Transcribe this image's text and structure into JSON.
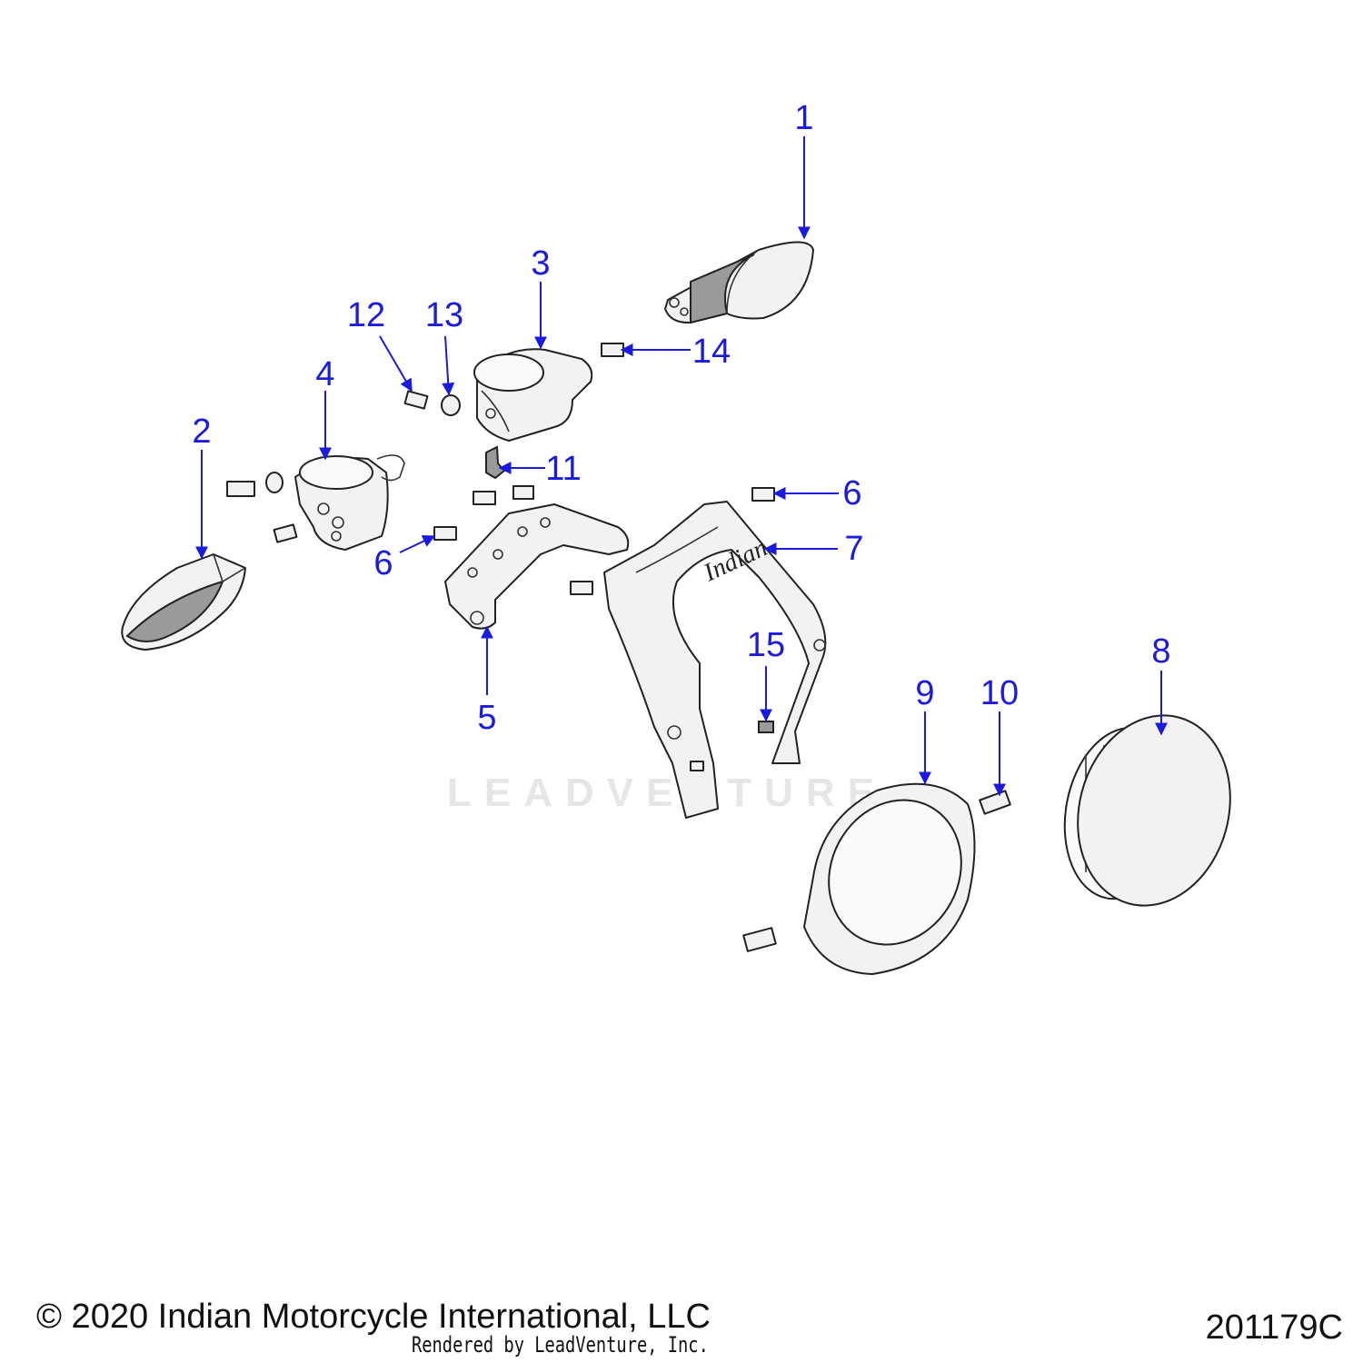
{
  "diagram": {
    "watermark": "LEADVENTURE",
    "callouts": [
      {
        "id": "1",
        "label": "1"
      },
      {
        "id": "2",
        "label": "2"
      },
      {
        "id": "3",
        "label": "3"
      },
      {
        "id": "4",
        "label": "4"
      },
      {
        "id": "5",
        "label": "5"
      },
      {
        "id": "6a",
        "label": "6"
      },
      {
        "id": "6b",
        "label": "6"
      },
      {
        "id": "7",
        "label": "7"
      },
      {
        "id": "8",
        "label": "8"
      },
      {
        "id": "9",
        "label": "9"
      },
      {
        "id": "10",
        "label": "10"
      },
      {
        "id": "11",
        "label": "11"
      },
      {
        "id": "12",
        "label": "12"
      },
      {
        "id": "13",
        "label": "13"
      },
      {
        "id": "14",
        "label": "14"
      },
      {
        "id": "15",
        "label": "15"
      }
    ],
    "logo_text": "Indian"
  },
  "footer": {
    "copyright": "© 2020 Indian Motorcycle International, LLC",
    "rendered_by": "Rendered by LeadVenture, Inc.",
    "figure_id": "201179C"
  },
  "colors": {
    "callout": "#1a1ae0",
    "line": "#222222"
  }
}
